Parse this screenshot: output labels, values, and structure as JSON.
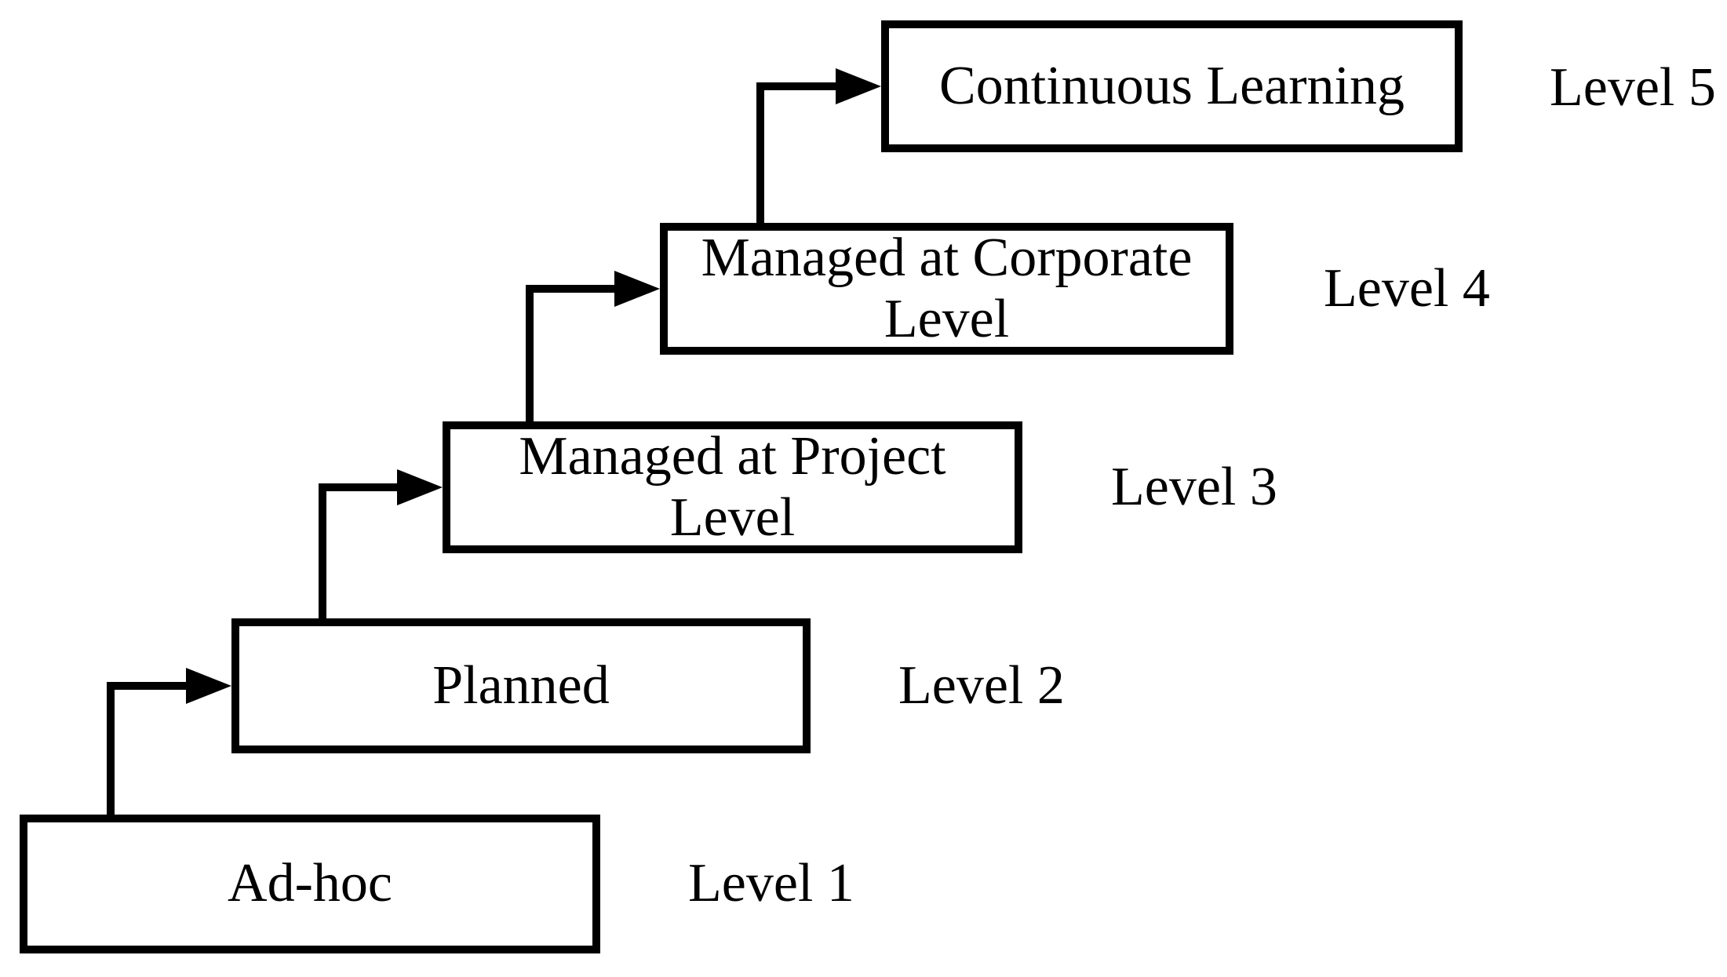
{
  "diagram": {
    "levels": [
      {
        "box_label": "Ad-hoc",
        "level_label": "Level 1"
      },
      {
        "box_label": "Planned",
        "level_label": "Level 2"
      },
      {
        "box_label": "Managed at Project\nLevel",
        "level_label": "Level 3"
      },
      {
        "box_label": "Managed at Corporate\nLevel",
        "level_label": "Level 4"
      },
      {
        "box_label": "Continuous Learning",
        "level_label": "Level 5"
      }
    ],
    "colors": {
      "stroke": "#000000",
      "box_fill": "#ffffff",
      "background": "#ffffff",
      "text": "#000000"
    }
  }
}
